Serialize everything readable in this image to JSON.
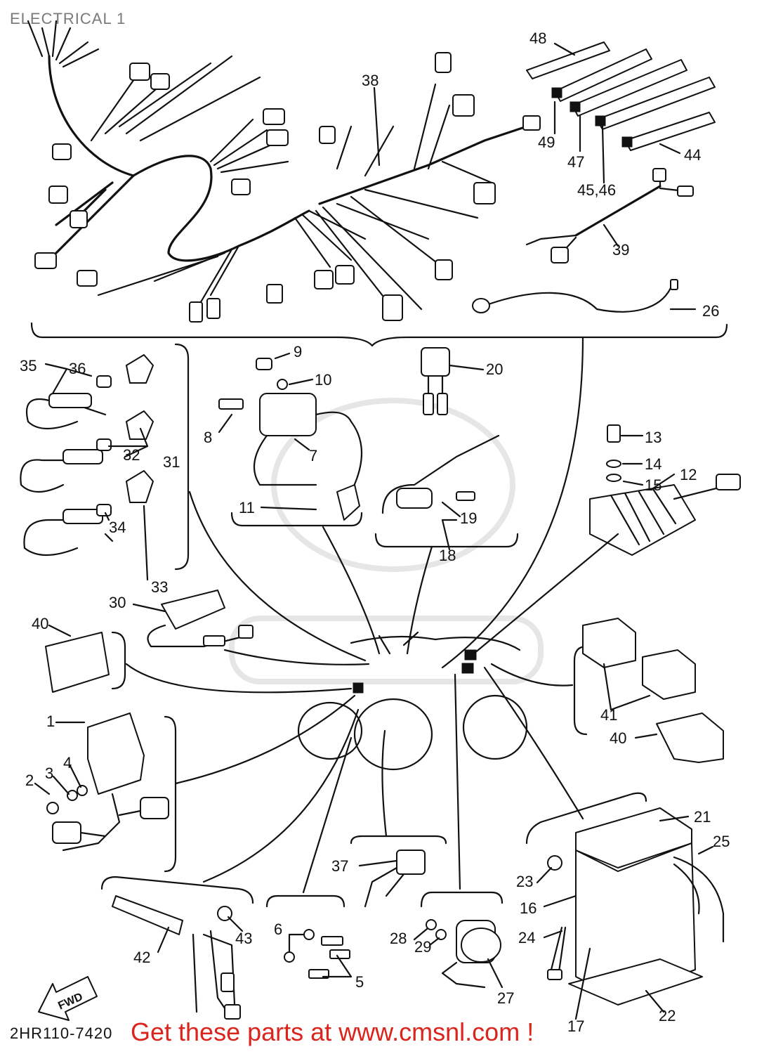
{
  "header": {
    "title": "ELECTRICAL 1"
  },
  "footer": {
    "code": "2HR110-7420",
    "promo": "Get these parts at www.cmsnl.com !"
  },
  "callouts": {
    "c48": "48",
    "c49": "49",
    "c47": "47",
    "c44": "44",
    "c4546": "45,46",
    "c38": "38",
    "c39": "39",
    "c26": "26",
    "c35": "35",
    "c36": "36",
    "c32": "32",
    "c31": "31",
    "c34": "34",
    "c33": "33",
    "c9": "9",
    "c10": "10",
    "c8": "8",
    "c7": "7",
    "c11": "11",
    "c20": "20",
    "c19": "19",
    "c18": "18",
    "c13": "13",
    "c14": "14",
    "c15": "15",
    "c12": "12",
    "c30": "30",
    "c40a": "40",
    "c41": "41",
    "c40b": "40",
    "c1": "1",
    "c2": "2",
    "c3": "3",
    "c4": "4",
    "c21": "21",
    "c25": "25",
    "c23": "23",
    "c16": "16",
    "c24": "24",
    "c17": "17",
    "c22": "22",
    "c37": "37",
    "c28": "28",
    "c29": "29",
    "c27": "27",
    "c6": "6",
    "c5": "5",
    "c42": "42",
    "c43": "43",
    "fwd": "FWD"
  }
}
